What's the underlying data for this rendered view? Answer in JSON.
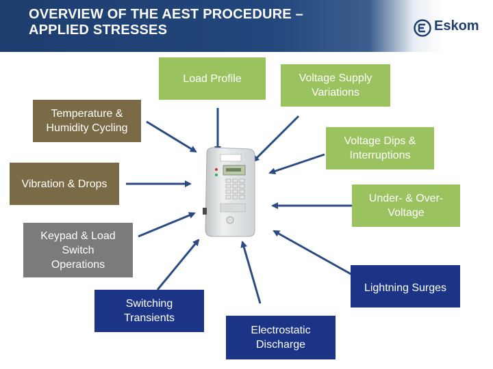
{
  "title": {
    "line1": "OVERVIEW OF THE AEST PROCEDURE –",
    "line2": "APPLIED STRESSES"
  },
  "logo": {
    "text": "Eskom",
    "icon": "eskom-logo-icon"
  },
  "stresses": {
    "load_profile": "Load Profile",
    "voltage_supply": [
      "Voltage Supply",
      "Variations"
    ],
    "temperature": [
      "Temperature &",
      "Humidity Cycling"
    ],
    "voltage_dips": [
      "Voltage Dips &",
      "Interruptions"
    ],
    "vibration": "Vibration & Drops",
    "under_over": [
      "Under- & Over-",
      "Voltage"
    ],
    "keypad": [
      "Keypad & Load",
      "Switch",
      "Operations"
    ],
    "lightning": "Lightning Surges",
    "switching": [
      "Switching",
      "Transients"
    ],
    "electrostatic": [
      "Electrostatic",
      "Discharge"
    ]
  },
  "colors": {
    "header": "#1d3d6e",
    "green": "#9ac360",
    "brown": "#7a6a45",
    "grey": "#7b7b7b",
    "navy": "#1b3486",
    "arrow": "#2a4a82"
  },
  "center_image": "prepaid-electricity-meter"
}
